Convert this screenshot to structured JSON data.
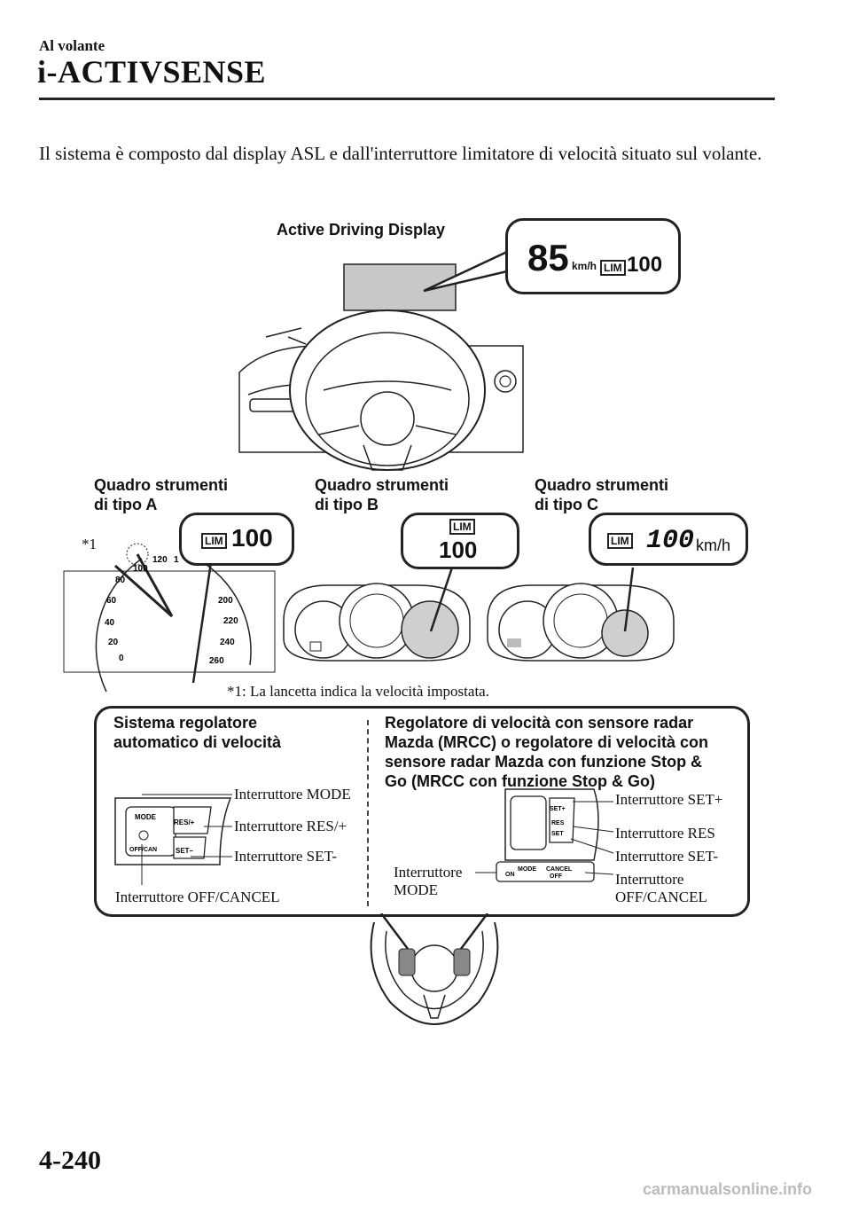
{
  "header": {
    "section": "Al volante",
    "title": "i-ACTIVSENSE"
  },
  "intro": "Il sistema è composto dal display ASL e dall'interruttore limitatore di velocità situato sul volante.",
  "active_display": {
    "label": "Active Driving Display",
    "speed": "85",
    "unit": "km/h",
    "lim_badge": "LIM",
    "limit": "100"
  },
  "clusters": {
    "a": {
      "label_line1": "Quadro strumenti",
      "label_line2": "di tipo A",
      "lim_badge": "LIM",
      "limit": "100",
      "marker": "*1",
      "gauge_ticks": [
        "0",
        "20",
        "40",
        "60",
        "80",
        "100",
        "120",
        "1",
        "200",
        "220",
        "240",
        "260"
      ]
    },
    "b": {
      "label_line1": "Quadro strumenti",
      "label_line2": "di tipo B",
      "lim_badge": "LIM",
      "limit": "100"
    },
    "c": {
      "label_line1": "Quadro strumenti",
      "label_line2": "di tipo C",
      "lim_badge": "LIM",
      "limit": "100",
      "unit": "km/h"
    }
  },
  "footnote": "*1: La lancetta indica la velocità impostata.",
  "switches": {
    "left_title_line1": "Sistema regolatore",
    "left_title_line2": "automatico di velocità",
    "right_title_lines": [
      "Regolatore di velocità con sensore radar",
      "Mazda (MRCC) o regolatore di velocità con",
      "sensore radar Mazda con funzione Stop &",
      "Go (MRCC con funzione Stop & Go)"
    ],
    "left_labels": {
      "mode": "Interruttore MODE",
      "res": "Interruttore RES/+",
      "set": "Interruttore SET-",
      "off": "Interruttore OFF/CANCEL"
    },
    "left_buttons": {
      "mode": "MODE",
      "res": "RES/+",
      "off": "OFF/CAN",
      "set": "SET–"
    },
    "right_labels": {
      "set_plus": "Interruttore SET+",
      "res": "Interruttore RES",
      "set_minus": "Interruttore SET-",
      "off_line1": "Interruttore",
      "off_line2": "OFF/CANCEL",
      "mode_line1": "Interruttore",
      "mode_line2": "MODE"
    },
    "right_buttons": {
      "set_plus": "SET+",
      "res": "RES",
      "set": "SET",
      "on": "ON",
      "mode": "MODE",
      "cancel": "CANCEL",
      "off": "OFF"
    }
  },
  "page_number": "4-240",
  "watermark": "carmanualsonline.info"
}
